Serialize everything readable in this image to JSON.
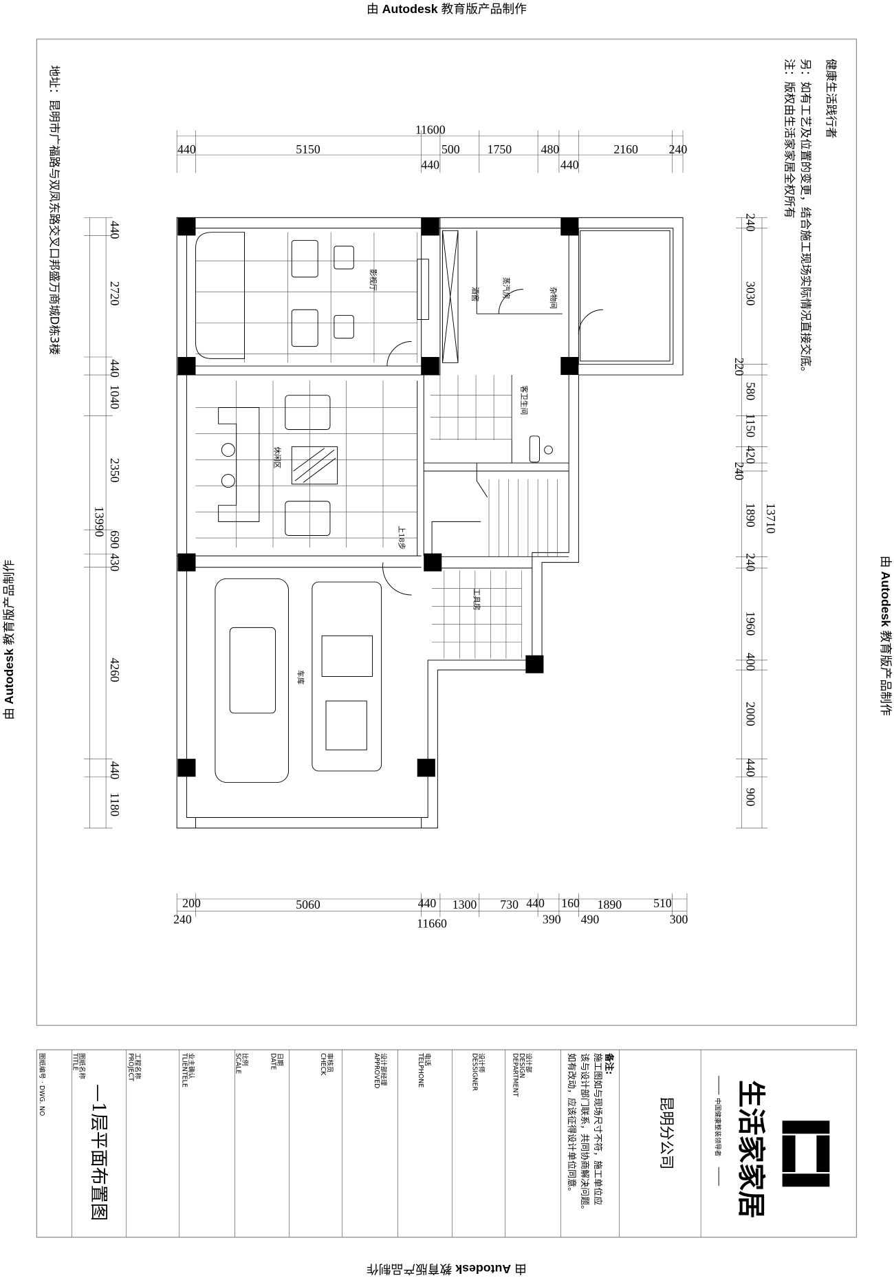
{
  "watermark": {
    "prefix": "由",
    "brand": "Autodesk",
    "suffix": "教育版产品制作"
  },
  "notes": {
    "title": "健康生活践行者",
    "line1": "另：如有工艺及位置的变更，结合施工现场实际情况直接交底。",
    "line2": "注：版权由生活家家居全权所有"
  },
  "address": "地址：昆明市广福路与双凤东路交叉口邦盛万商城D栋3楼",
  "rooms": {
    "theater": "影视厅",
    "wine_cellar": "酒窖",
    "steam_room": "蒸汽房",
    "storage": "杂物间",
    "guest_bath": "客卫生间",
    "leisure": "休闲区",
    "stairs": "上18步",
    "garage": "车库",
    "tool_room": "工具房"
  },
  "dims": {
    "top_total": "11600",
    "top": [
      "440",
      "5150",
      "500",
      "1750",
      "480",
      "2160",
      "240"
    ],
    "top_row2": [
      "440",
      "440"
    ],
    "bottom": [
      "200",
      "5060",
      "440",
      "1300",
      "730",
      "440",
      "160",
      "1890",
      "510"
    ],
    "bottom_row2": [
      "240",
      "11660",
      "390",
      "490",
      "300"
    ],
    "left_total": "13990",
    "left": [
      "440",
      "2720",
      "440",
      "1040",
      "2350",
      "690",
      "430",
      "4260",
      "440",
      "1180"
    ],
    "right_total": "13710",
    "right": [
      "240",
      "3030",
      "220",
      "580",
      "1150",
      "420",
      "240",
      "1890",
      "240",
      "1960",
      "400",
      "2000",
      "440",
      "900"
    ]
  },
  "title_block": {
    "dwg_no": "图纸编号 · DWG. NO",
    "title_cn": "图纸名称",
    "title_en": "TITLE",
    "drawing_title": "—1层平面布置图",
    "project_cn": "工程名称",
    "project_en": "PROJECT",
    "client_cn": "业主确认",
    "client_en": "TLIENTELE",
    "scale_cn": "比例",
    "scale_en": "SCALE",
    "date_cn": "日期",
    "date_en": "DATE",
    "check_cn": "审核员",
    "check_en": "CHECK",
    "approved_cn": "设计部经理",
    "approved_en": "APPROVED",
    "tel_cn": "电话",
    "tel_en": "TELPHONE",
    "designer_cn": "设计师",
    "designer_en": "DESSIGNER",
    "dept_cn": "设计部",
    "dept_en1": "DESIGN",
    "dept_en2": "DEPARTMENT",
    "remarks_title": "备注:",
    "remarks_1": "施工图如与现场尺寸不符，施工单位应",
    "remarks_2": "该与设计部门联系，共同协商解决问题。",
    "remarks_3": "如有改动，应该征得设计单位同意。",
    "branch": "昆明分公司",
    "logo_name": "生活家家居",
    "logo_slogan": "中国健康整装领导者"
  }
}
